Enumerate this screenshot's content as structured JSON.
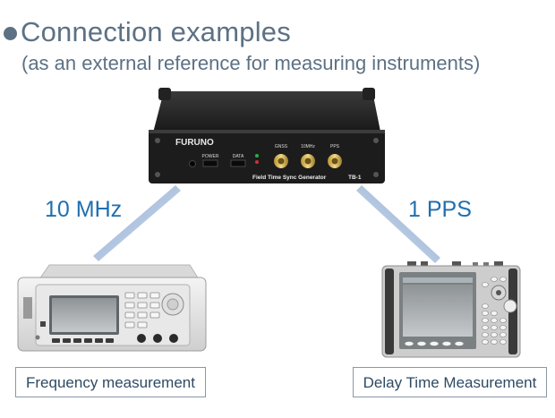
{
  "header": {
    "title": "Connection examples",
    "subtitle": "(as an external reference for measuring instruments)"
  },
  "device": {
    "brand": "FURUNO",
    "name": "Field Time Sync Generator",
    "model": "TB-1",
    "ports": {
      "power": "POWER",
      "data": "DATA",
      "gnss": "GNSS",
      "tenmhz": "10MHz",
      "pps": "PPS"
    }
  },
  "connections": {
    "left_label": "10 MHz",
    "right_label": "1 PPS"
  },
  "instruments": {
    "left_caption": "Frequency measurement",
    "right_caption": "Delay Time Measurement"
  },
  "colors": {
    "title": "#5c7184",
    "connection_label": "#1f6fb0",
    "cable": "#a9bedd",
    "caption_border": "#8a97a6"
  }
}
